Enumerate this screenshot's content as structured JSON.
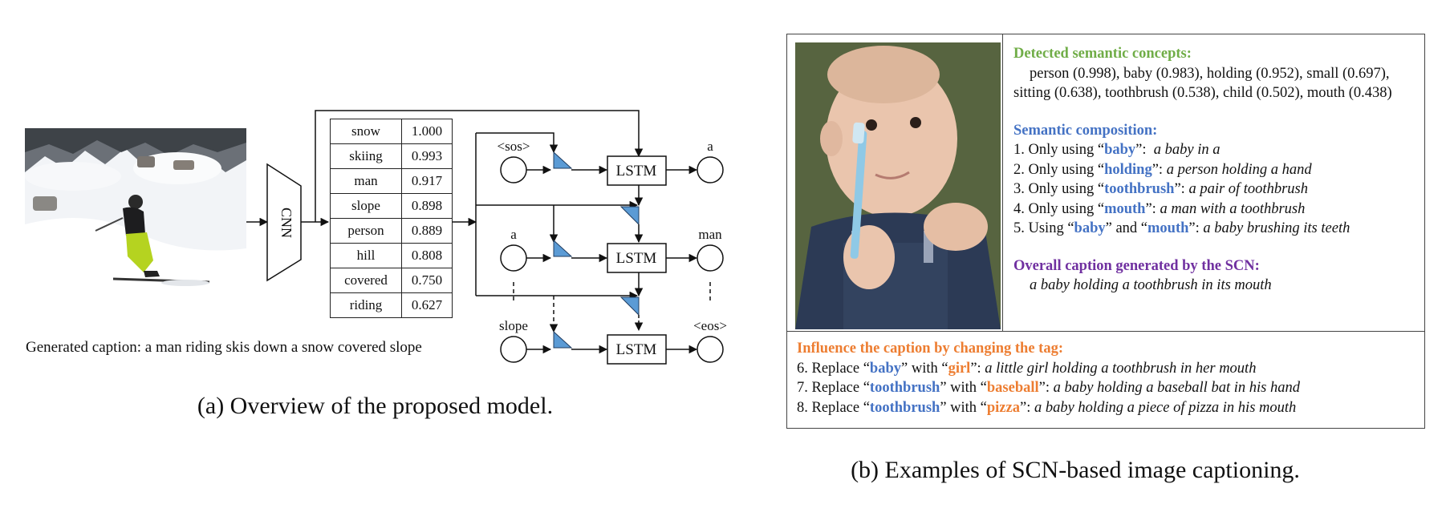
{
  "figure_a": {
    "cnn_label": "CNN",
    "tags": [
      {
        "word": "snow",
        "score": "1.000"
      },
      {
        "word": "skiing",
        "score": "0.993"
      },
      {
        "word": "man",
        "score": "0.917"
      },
      {
        "word": "slope",
        "score": "0.898"
      },
      {
        "word": "person",
        "score": "0.889"
      },
      {
        "word": "hill",
        "score": "0.808"
      },
      {
        "word": "covered",
        "score": "0.750"
      },
      {
        "word": "riding",
        "score": "0.627"
      }
    ],
    "lstm_label": "LSTM",
    "inputs": [
      "<sos>",
      "a",
      "slope"
    ],
    "outputs": [
      "a",
      "man",
      "<eos>"
    ],
    "generated_caption": "Generated caption: a man riding skis down a snow covered slope",
    "caption": "(a) Overview of the proposed model."
  },
  "figure_b": {
    "detected": {
      "heading": "Detected semantic concepts:",
      "text": "person (0.998), baby (0.983), holding (0.952), small (0.697), sitting (0.638), toothbrush (0.538), child (0.502), mouth (0.438)"
    },
    "composition": {
      "heading": "Semantic composition:",
      "items": [
        {
          "prefix": "1. Only using “",
          "tag": "baby",
          "mid": "”:  ",
          "result": "a baby in a"
        },
        {
          "prefix": "2. Only using “",
          "tag": "holding",
          "mid": "”: ",
          "result": "a person holding a hand"
        },
        {
          "prefix": "3. Only using “",
          "tag": "toothbrush",
          "mid": "”: ",
          "result": "a pair of toothbrush"
        },
        {
          "prefix": "4. Only using “",
          "tag": "mouth",
          "mid": "”: ",
          "result": "a man with a toothbrush"
        }
      ],
      "item5": {
        "prefix": "5. Using “",
        "tag1": "baby",
        "and": "” and “",
        "tag2": "mouth",
        "mid": "”: ",
        "result": "a baby brushing its teeth"
      }
    },
    "overall": {
      "heading": "Overall caption generated by the SCN:",
      "text": "a baby holding a toothbrush in its mouth"
    },
    "influence": {
      "heading": "Influence the caption by changing the tag:",
      "items": [
        {
          "prefix": "6. Replace “",
          "from": "baby",
          "with": "” with “",
          "to": "girl",
          "mid": "”: ",
          "result": "a little girl holding a toothbrush in her mouth"
        },
        {
          "prefix": "7. Replace “",
          "from": "toothbrush",
          "with": "” with “",
          "to": "baseball",
          "mid": "”: ",
          "result": "a baby holding a baseball bat in his hand"
        },
        {
          "prefix": "8. Replace “",
          "from": "toothbrush",
          "with": "” with “",
          "to": "pizza",
          "mid": "”: ",
          "result": "a baby holding a piece of pizza in his mouth"
        }
      ]
    },
    "caption": "(b) Examples of SCN-based image captioning."
  }
}
